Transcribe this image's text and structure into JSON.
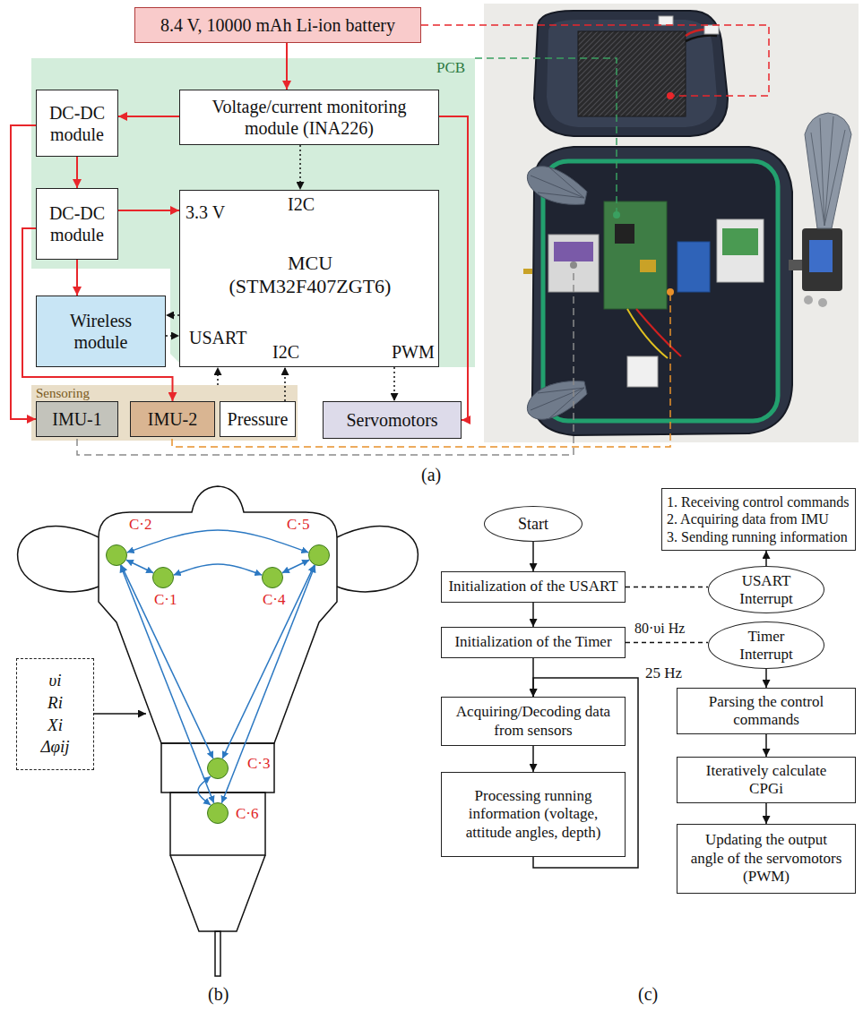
{
  "diagram": {
    "nodes": [
      {
        "text": [
          "8.4 V, 10000 mAh Li-ion battery"
        ]
      },
      {
        "text": [
          "PCB"
        ]
      },
      {
        "text": [
          "DC-DC module"
        ],
        "in": 1
      },
      {
        "text": [
          "Voltage/current monitoring module (INA226)"
        ],
        "in": 1
      },
      {
        "text": [
          "DC-DC module"
        ],
        "in": 1
      },
      {
        "text": [
          "I2C",
          "3.3 V",
          "MCU (STM32F407ZGT6)",
          "USART",
          "I2C",
          "PWM"
        ],
        "in": 1
      },
      {
        "text": [
          "Wireless module"
        ]
      },
      {
        "text": [
          "Sensoring"
        ]
      },
      {
        "text": [
          "IMU-1"
        ],
        "in": 7
      },
      {
        "text": [
          "IMU-2"
        ],
        "in": 7
      },
      {
        "text": [
          "Pressure"
        ],
        "in": 7
      },
      {
        "text": [
          "Servomotors"
        ]
      },
      {
        "text": [
          "C·1"
        ]
      },
      {
        "text": [
          "C·2"
        ]
      },
      {
        "text": [
          "C·3"
        ]
      },
      {
        "text": [
          "C·4"
        ]
      },
      {
        "text": [
          "C·5"
        ]
      },
      {
        "text": [
          "C·6"
        ]
      },
      {
        "text": [
          "υi",
          "Ri",
          "Xi",
          "Δφij"
        ]
      },
      {
        "text": [
          "Start"
        ]
      },
      {
        "text": [
          "Initialization of the USART"
        ]
      },
      {
        "text": [
          "Initialization of the Timer"
        ]
      },
      {
        "text": [
          "Acquiring/Decoding data from sensors"
        ]
      },
      {
        "text": [
          "Processing running information (voltage, attitude angles, depth)"
        ]
      },
      {
        "text": [
          "1. Receiving control commands",
          "2. Acquiring data from IMU",
          "3. Sending running information"
        ]
      },
      {
        "text": [
          "USART Interrupt"
        ]
      },
      {
        "text": [
          "Timer Interrupt"
        ]
      },
      {
        "text": [
          "Parsing the control commands"
        ]
      },
      {
        "text": [
          "Iteratively calculate CPGi"
        ]
      },
      {
        "text": [
          "Updating the output angle of the servomotors (PWM)"
        ]
      }
    ],
    "edges": [
      {
        "from": 0,
        "to": 3,
        "arrow": "to"
      },
      {
        "from": 3,
        "to": 2,
        "arrow": "to"
      },
      {
        "from": 3,
        "to": 11,
        "arrow": "to"
      },
      {
        "from": 3,
        "to": 5,
        "arrow": "to"
      },
      {
        "from": 2,
        "to": 4,
        "arrow": "to"
      },
      {
        "from": 2,
        "to": 8,
        "arrow": "to"
      },
      {
        "from": 4,
        "to": 5,
        "arrow": "to"
      },
      {
        "from": 4,
        "to": 6,
        "arrow": "to"
      },
      {
        "from": 4,
        "to": 9,
        "arrow": "to"
      },
      {
        "from": 5,
        "to": 6,
        "arrow": "to"
      },
      {
        "from": 6,
        "to": 5,
        "arrow": "to"
      },
      {
        "from": 7,
        "to": 5,
        "arrow": "to"
      },
      {
        "from": 10,
        "to": 5,
        "arrow": "to"
      },
      {
        "from": 5,
        "to": 11,
        "arrow": "to"
      },
      {
        "from": 13,
        "to": 12,
        "arrow": "both"
      },
      {
        "from": 12,
        "to": 15,
        "arrow": "both"
      },
      {
        "from": 15,
        "to": 16,
        "arrow": "both"
      },
      {
        "from": 13,
        "to": 16,
        "arrow": "both"
      },
      {
        "from": 13,
        "to": 14,
        "arrow": "both"
      },
      {
        "from": 13,
        "to": 17,
        "arrow": "both"
      },
      {
        "from": 16,
        "to": 14,
        "arrow": "both"
      },
      {
        "from": 16,
        "to": 17,
        "arrow": "both"
      },
      {
        "from": 14,
        "to": 17,
        "arrow": "both"
      },
      {
        "from": 19,
        "to": 20,
        "arrow": "to"
      },
      {
        "from": 20,
        "to": 21,
        "arrow": "to"
      },
      {
        "from": 21,
        "to": 22,
        "arrow": "to"
      },
      {
        "from": 22,
        "to": 23,
        "arrow": "to"
      },
      {
        "from": 23,
        "to": 22,
        "arrow": "to",
        "label": "25 Hz"
      },
      {
        "from": 25,
        "to": 24,
        "arrow": "to"
      },
      {
        "from": 20,
        "to": 25,
        "arrow": "none"
      },
      {
        "from": 21,
        "to": 26,
        "arrow": "none",
        "label": "80·υi Hz"
      },
      {
        "from": 26,
        "to": 27,
        "arrow": "to"
      },
      {
        "from": 27,
        "to": 28,
        "arrow": "to"
      },
      {
        "from": 28,
        "to": 29,
        "arrow": "to"
      }
    ],
    "labels": [
      "(a)",
      "(b)",
      "(c)"
    ]
  }
}
